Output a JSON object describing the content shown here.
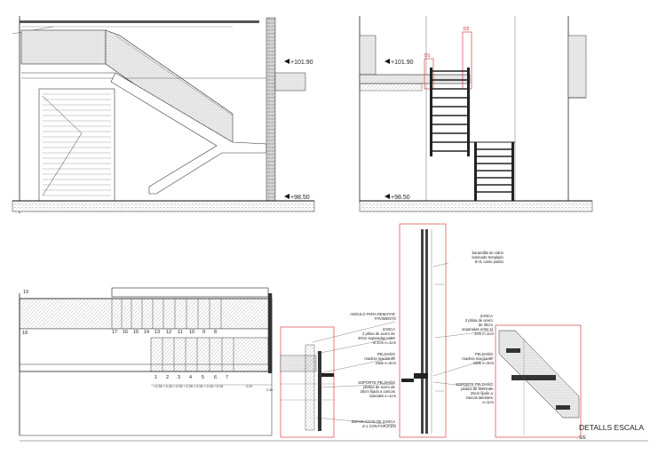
{
  "title": {
    "main": "DETALLS ESCALA",
    "scale": "S/E"
  },
  "levels": {
    "upper": "+101.90",
    "lower": "+98.50"
  },
  "detail_marks": [
    "D1",
    "D2"
  ],
  "plan": {
    "top_step": "19",
    "left_step": "18",
    "upper_run": [
      "17",
      "16",
      "15",
      "14",
      "13",
      "12",
      "11",
      "10",
      "9",
      "8"
    ],
    "lower_run": [
      "1",
      "2",
      "3",
      "4",
      "5",
      "6",
      "7"
    ],
    "dims": "+-0.28-+-0.28-+-0.28-+-0.28-+-0.28-+-0.28-+-0.28",
    "dim_right": "0.20",
    "dim_end": "0.36"
  },
  "notes": {
    "barandilla": [
      "barandilla de vidrio",
      "laminado templado",
      "8+8, canto pulido."
    ],
    "angulo": [
      "ANGULO PARA REMATAR",
      "PAVIMENTO"
    ],
    "zanca_a": [
      "ZANCA",
      "2 pltina de acero de",
      "30cm separadas entre",
      "sí 2cm e=1cm"
    ],
    "peldano_a": [
      "PELDAÑO",
      "madera maciza de",
      "roble e=3cm"
    ],
    "soporte_a": [
      "SOPORTE PELDAÑO",
      "pletina de acero de",
      "25cm fijado a zancas",
      "laterales e=1cm"
    ],
    "separacion": [
      "SEPARACION DE ZANCA",
      "Z-1 CON FORJADO"
    ],
    "zanca_b": [
      "ZANCA",
      "2 pltina de acero",
      "de 30cm",
      "separadas entre sí",
      "2cm e=1cm"
    ],
    "peldano_b": [
      "PELDAÑO",
      "madera maciza de",
      "roble e=3cm"
    ],
    "soporte_b": [
      "SOPORTE PELDAÑO",
      "platina de acero de",
      "25cm fijado a",
      "zancas laterales",
      "e=1cm"
    ]
  }
}
